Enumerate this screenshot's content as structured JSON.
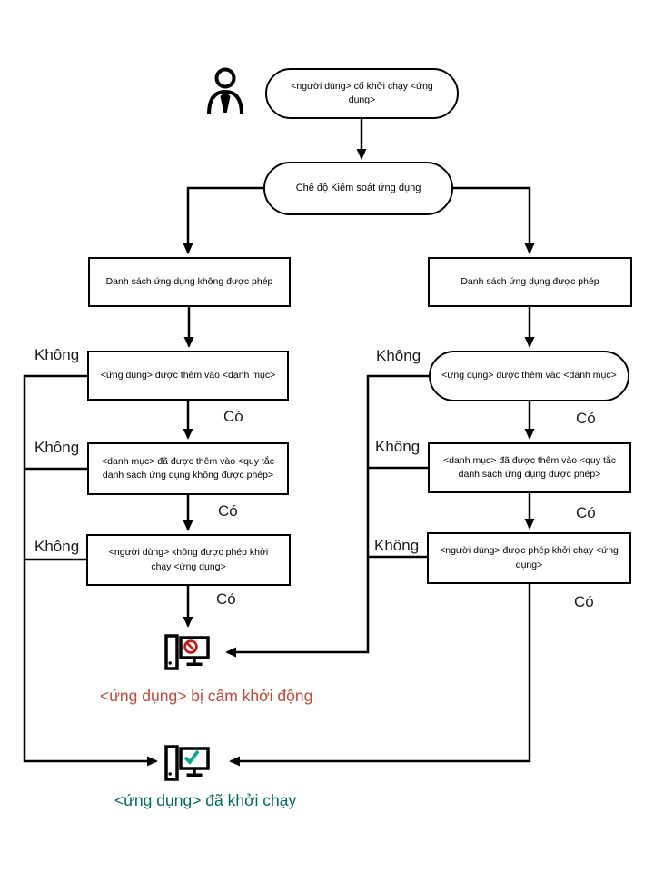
{
  "flowchart": {
    "start": {
      "text": "<người dùng> cố khởi chạy <ứng dụng>"
    },
    "mode": {
      "text": "Chế độ Kiểm soát ứng dụng"
    },
    "labels": {
      "yes": "Có",
      "no": "Không"
    },
    "deny_branch": {
      "list": "Danh sách ứng dụng không được phép",
      "step1": "<ứng dụng> được thêm vào <danh mục>",
      "step2": "<danh mục> đã được thêm vào <quy tắc danh sách ứng dụng không được phép>",
      "step3": "<người dùng> không được phép khởi chạy <ứng dụng>"
    },
    "allow_branch": {
      "list": "Danh sách ứng dụng được phép",
      "step1": "<ứng dụng> được thêm vào <danh mục>",
      "step2": "<danh mục> đã được thêm vào <quy tắc danh sách ứng dụng được phép>",
      "step3": "<người dùng> được phép khởi chạy <ứng dụng>"
    },
    "outcomes": {
      "blocked": {
        "text": "<ứng dụng> bị cấm khởi động",
        "color": "#c2473a"
      },
      "started": {
        "text": "<ứng dụng> đã khởi chạy",
        "color": "#00695e"
      }
    },
    "icons": {
      "actor": "user-icon",
      "blocked": "computer-blocked-icon",
      "started": "computer-started-icon"
    },
    "icon_colors": {
      "prohibit_red": "#c41a1a",
      "check_green": "#00a88e",
      "line_black": "#000000"
    }
  }
}
